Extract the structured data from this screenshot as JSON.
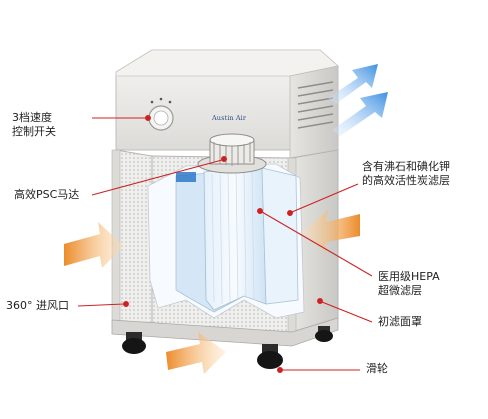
{
  "brand": {
    "logo_text": "Austin Air"
  },
  "labels": {
    "speed_control": [
      "3档速度",
      "控制开关"
    ],
    "motor": "高效PSC马达",
    "carbon_filter": [
      "含有沸石和碘化钾",
      "的高效活性炭滤层"
    ],
    "hepa": [
      "医用级HEPA",
      "超微滤层"
    ],
    "intake": "360° 进风口",
    "prefilter": "初滤面罩",
    "casters": "滑轮"
  },
  "colors": {
    "pointer": "#cc2222",
    "outflow_arrow": "#3d8fe0",
    "inflow_arrow": "#f2a54c",
    "housing": "#e9e8e6"
  }
}
